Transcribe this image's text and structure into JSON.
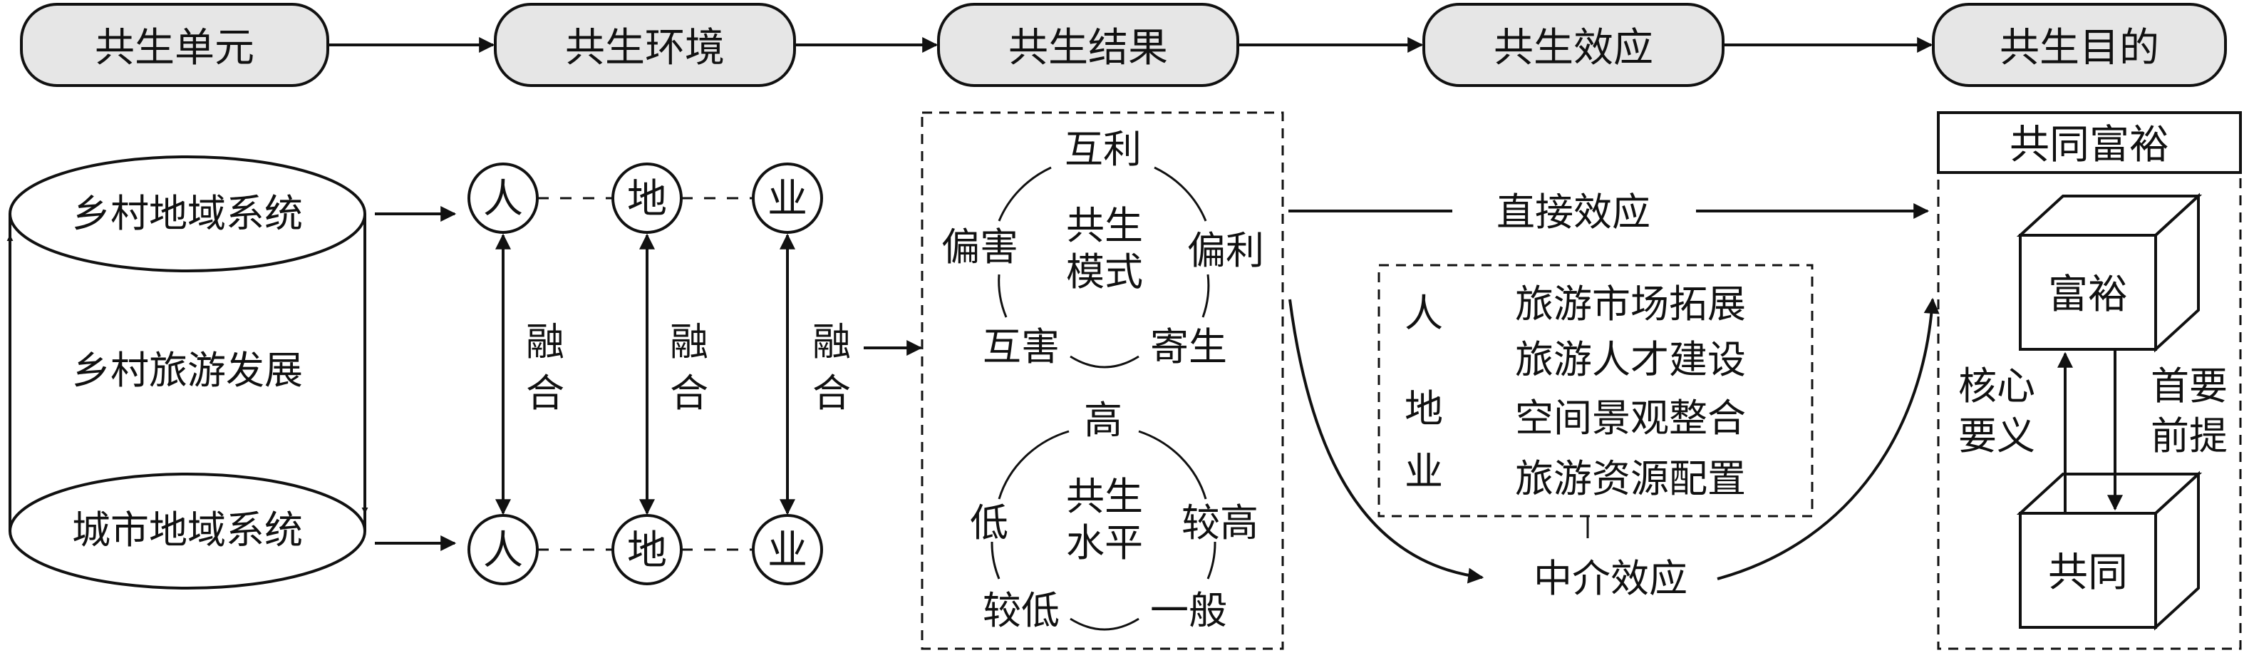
{
  "header_steps": [
    "共生单元",
    "共生环境",
    "共生结果",
    "共生效应",
    "共生目的"
  ],
  "units": {
    "rural": "乡村地域系统",
    "middle": "乡村旅游发展",
    "urban": "城市地域系统"
  },
  "elements": {
    "ren": "人",
    "di": "地",
    "ye": "业",
    "fuse_top": "融",
    "fuse_bottom": "合"
  },
  "mode_ring": {
    "center_top": "共生",
    "center_bottom": "模式",
    "top": "互利",
    "left": "偏害",
    "right": "偏利",
    "bottom_left": "互害",
    "bottom_right": "寄生"
  },
  "level_ring": {
    "center_top": "共生",
    "center_bottom": "水平",
    "top": "高",
    "left": "低",
    "right": "较高",
    "bottom_left": "较低",
    "bottom_right": "一般"
  },
  "effects": {
    "direct": "直接效应",
    "mediator": "中介效应",
    "side_ren": "人",
    "side_di": "地",
    "side_ye": "业",
    "items": [
      "旅游市场拓展",
      "旅游人才建设",
      "空间景观整合",
      "旅游资源配置"
    ]
  },
  "goal": {
    "title": "共同富裕",
    "wealth": "富裕",
    "common": "共同",
    "left_top": "核心",
    "left_bottom": "要义",
    "right_top": "首要",
    "right_bottom": "前提"
  }
}
